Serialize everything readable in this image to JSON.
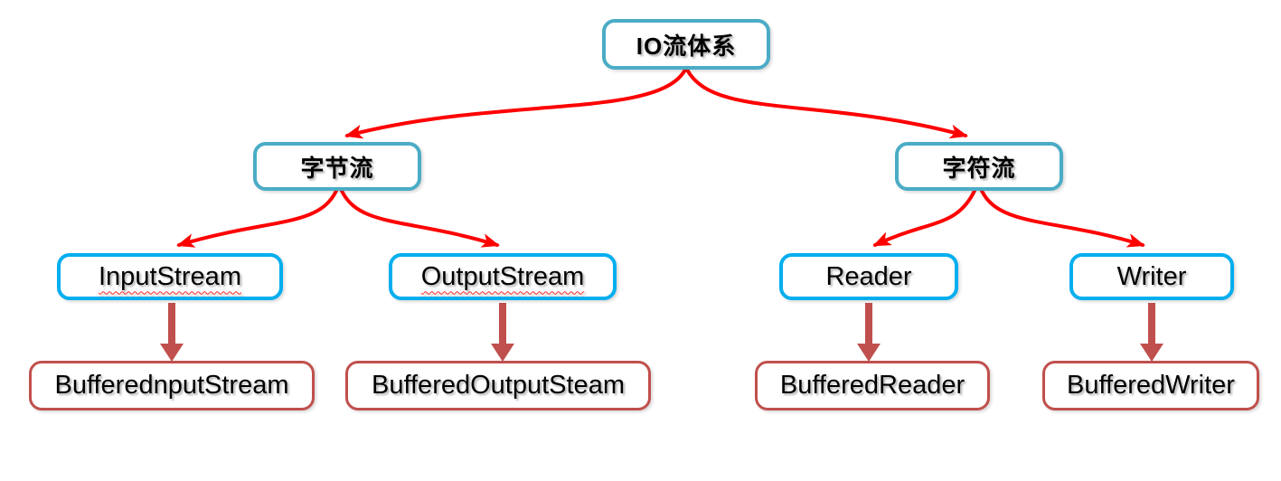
{
  "colors": {
    "teal": "#4BACC6",
    "blue": "#00AEEF",
    "brown": "#C0504D",
    "red_arrow": "#FF0000"
  },
  "nodes": {
    "root": {
      "label": "IO流体系"
    },
    "byte_stream": {
      "label": "字节流"
    },
    "char_stream": {
      "label": "字符流"
    },
    "input_stream": {
      "label": "InputStream",
      "spell_check_underline": true
    },
    "output_stream": {
      "label": "OutputStream",
      "spell_check_underline": true
    },
    "reader": {
      "label": "Reader"
    },
    "writer": {
      "label": "Writer"
    },
    "buffered_input_stream": {
      "label": "BufferednputStream"
    },
    "buffered_output_stream": {
      "label": "BufferedOutputSteam"
    },
    "buffered_reader": {
      "label": "BufferedReader"
    },
    "buffered_writer": {
      "label": "BufferedWriter"
    }
  },
  "edges": [
    {
      "from": "root",
      "to": "byte_stream",
      "type": "curved-arrow",
      "color": "#FF0000"
    },
    {
      "from": "root",
      "to": "char_stream",
      "type": "curved-arrow",
      "color": "#FF0000"
    },
    {
      "from": "byte_stream",
      "to": "input_stream",
      "type": "curved-arrow",
      "color": "#FF0000"
    },
    {
      "from": "byte_stream",
      "to": "output_stream",
      "type": "curved-arrow",
      "color": "#FF0000"
    },
    {
      "from": "char_stream",
      "to": "reader",
      "type": "curved-arrow",
      "color": "#FF0000"
    },
    {
      "from": "char_stream",
      "to": "writer",
      "type": "curved-arrow",
      "color": "#FF0000"
    },
    {
      "from": "input_stream",
      "to": "buffered_input_stream",
      "type": "straight-thick-arrow",
      "color": "#C0504D"
    },
    {
      "from": "output_stream",
      "to": "buffered_output_stream",
      "type": "straight-thick-arrow",
      "color": "#C0504D"
    },
    {
      "from": "reader",
      "to": "buffered_reader",
      "type": "straight-thick-arrow",
      "color": "#C0504D"
    },
    {
      "from": "writer",
      "to": "buffered_writer",
      "type": "straight-thick-arrow",
      "color": "#C0504D"
    }
  ]
}
